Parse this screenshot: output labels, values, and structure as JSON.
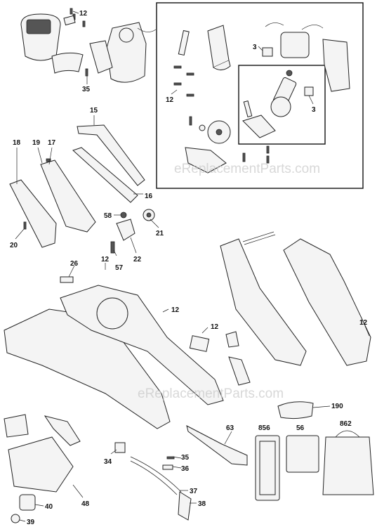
{
  "watermarks": [
    "eReplacementParts.com",
    "eReplacementParts.com"
  ],
  "callouts": [
    {
      "id": "c12a",
      "label": "12"
    },
    {
      "id": "c35a",
      "label": "35"
    },
    {
      "id": "c3a",
      "label": "3"
    },
    {
      "id": "c12b",
      "label": "12"
    },
    {
      "id": "c3b",
      "label": "3"
    },
    {
      "id": "c15",
      "label": "15"
    },
    {
      "id": "c18",
      "label": "18"
    },
    {
      "id": "c19",
      "label": "19"
    },
    {
      "id": "c17",
      "label": "17"
    },
    {
      "id": "c16",
      "label": "16"
    },
    {
      "id": "c58",
      "label": "58"
    },
    {
      "id": "c21",
      "label": "21"
    },
    {
      "id": "c20",
      "label": "20"
    },
    {
      "id": "c12c",
      "label": "12"
    },
    {
      "id": "c57",
      "label": "57"
    },
    {
      "id": "c22",
      "label": "22"
    },
    {
      "id": "c26",
      "label": "26"
    },
    {
      "id": "c12d",
      "label": "12"
    },
    {
      "id": "c12e",
      "label": "12"
    },
    {
      "id": "c12f",
      "label": "12"
    },
    {
      "id": "c190",
      "label": "190"
    },
    {
      "id": "c63",
      "label": "63"
    },
    {
      "id": "c856",
      "label": "856"
    },
    {
      "id": "c56",
      "label": "56"
    },
    {
      "id": "c862",
      "label": "862"
    },
    {
      "id": "c35b",
      "label": "35"
    },
    {
      "id": "c34",
      "label": "34"
    },
    {
      "id": "c36",
      "label": "36"
    },
    {
      "id": "c37",
      "label": "37"
    },
    {
      "id": "c48",
      "label": "48"
    },
    {
      "id": "c38",
      "label": "38"
    },
    {
      "id": "c40",
      "label": "40"
    },
    {
      "id": "c39",
      "label": "39"
    }
  ]
}
